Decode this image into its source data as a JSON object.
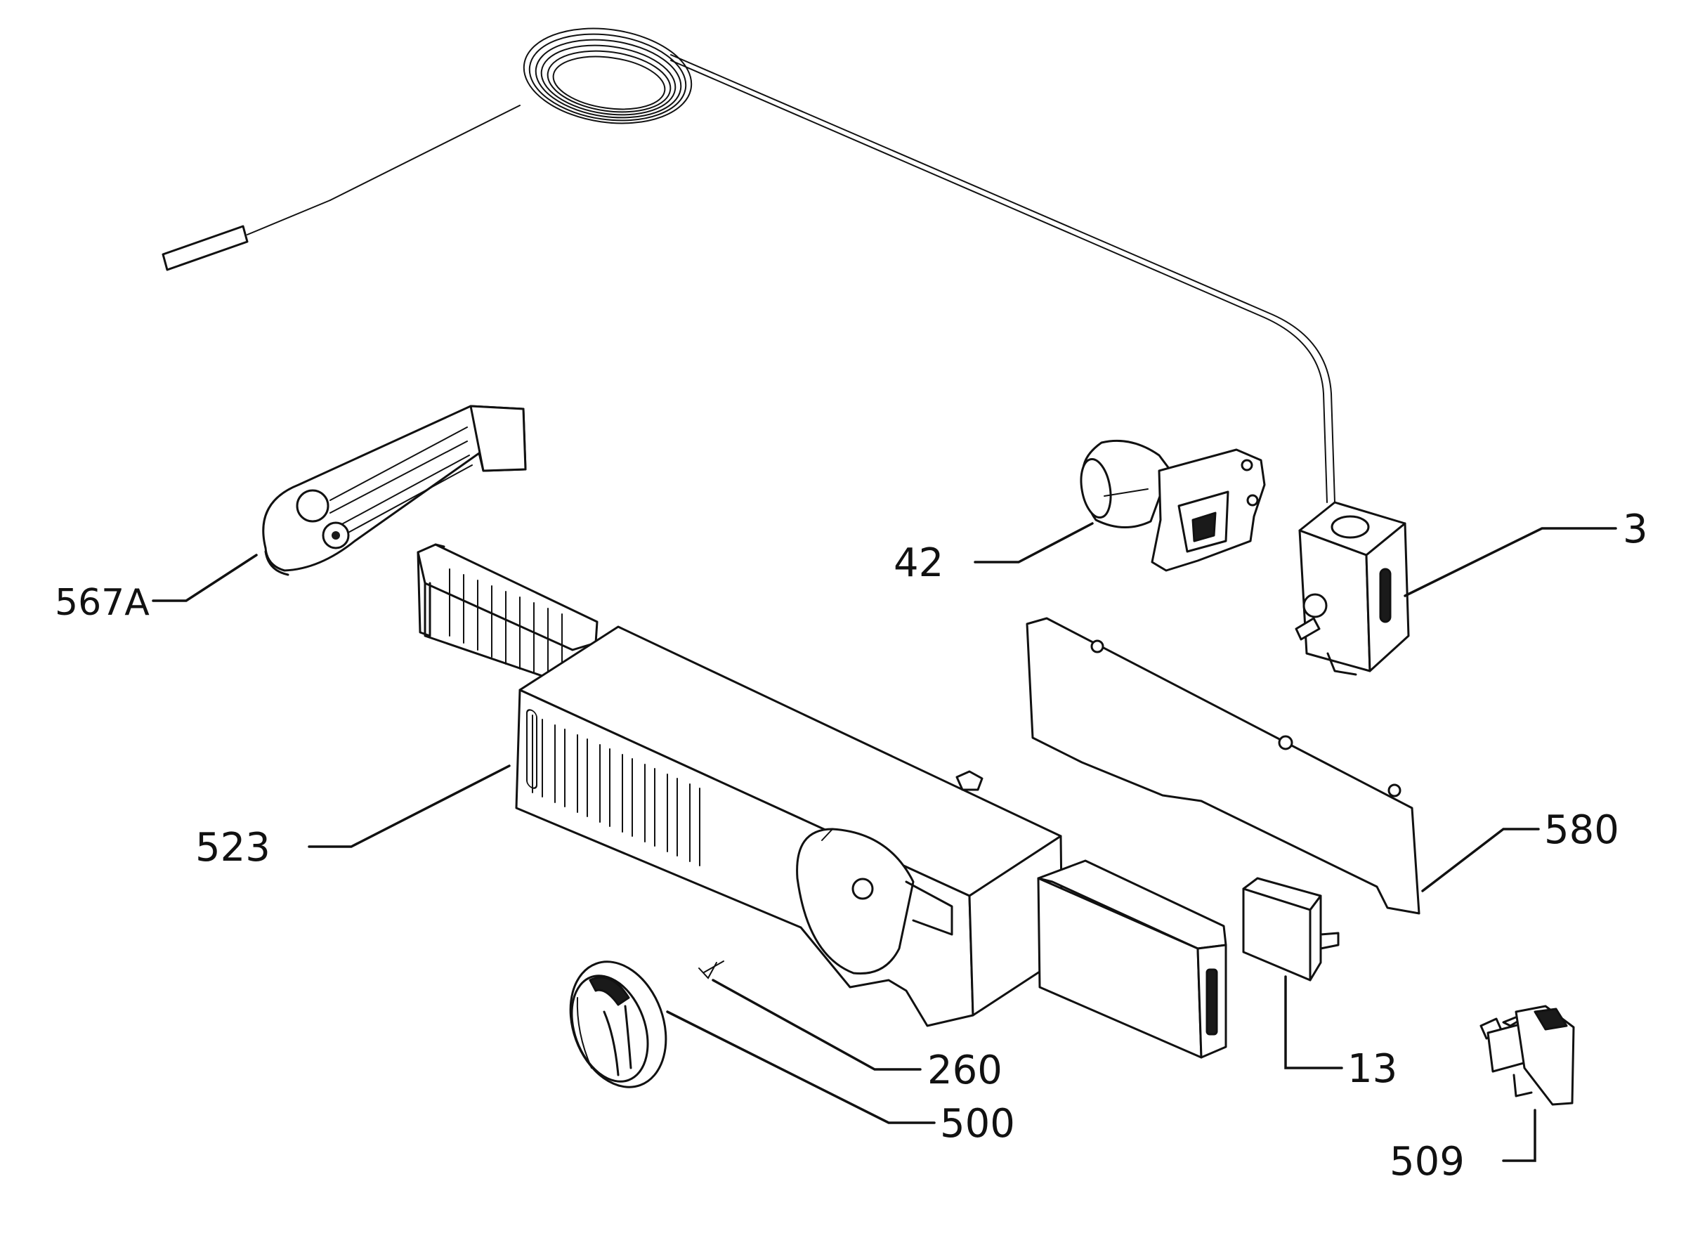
{
  "callouts": {
    "p3": "3",
    "p13": "13",
    "p42": "42",
    "p260": "260",
    "p500": "500",
    "p509": "509",
    "p523": "523",
    "p567a": "567A",
    "p580": "580"
  },
  "colors": {
    "ink": "#111111",
    "background": "#ffffff"
  }
}
